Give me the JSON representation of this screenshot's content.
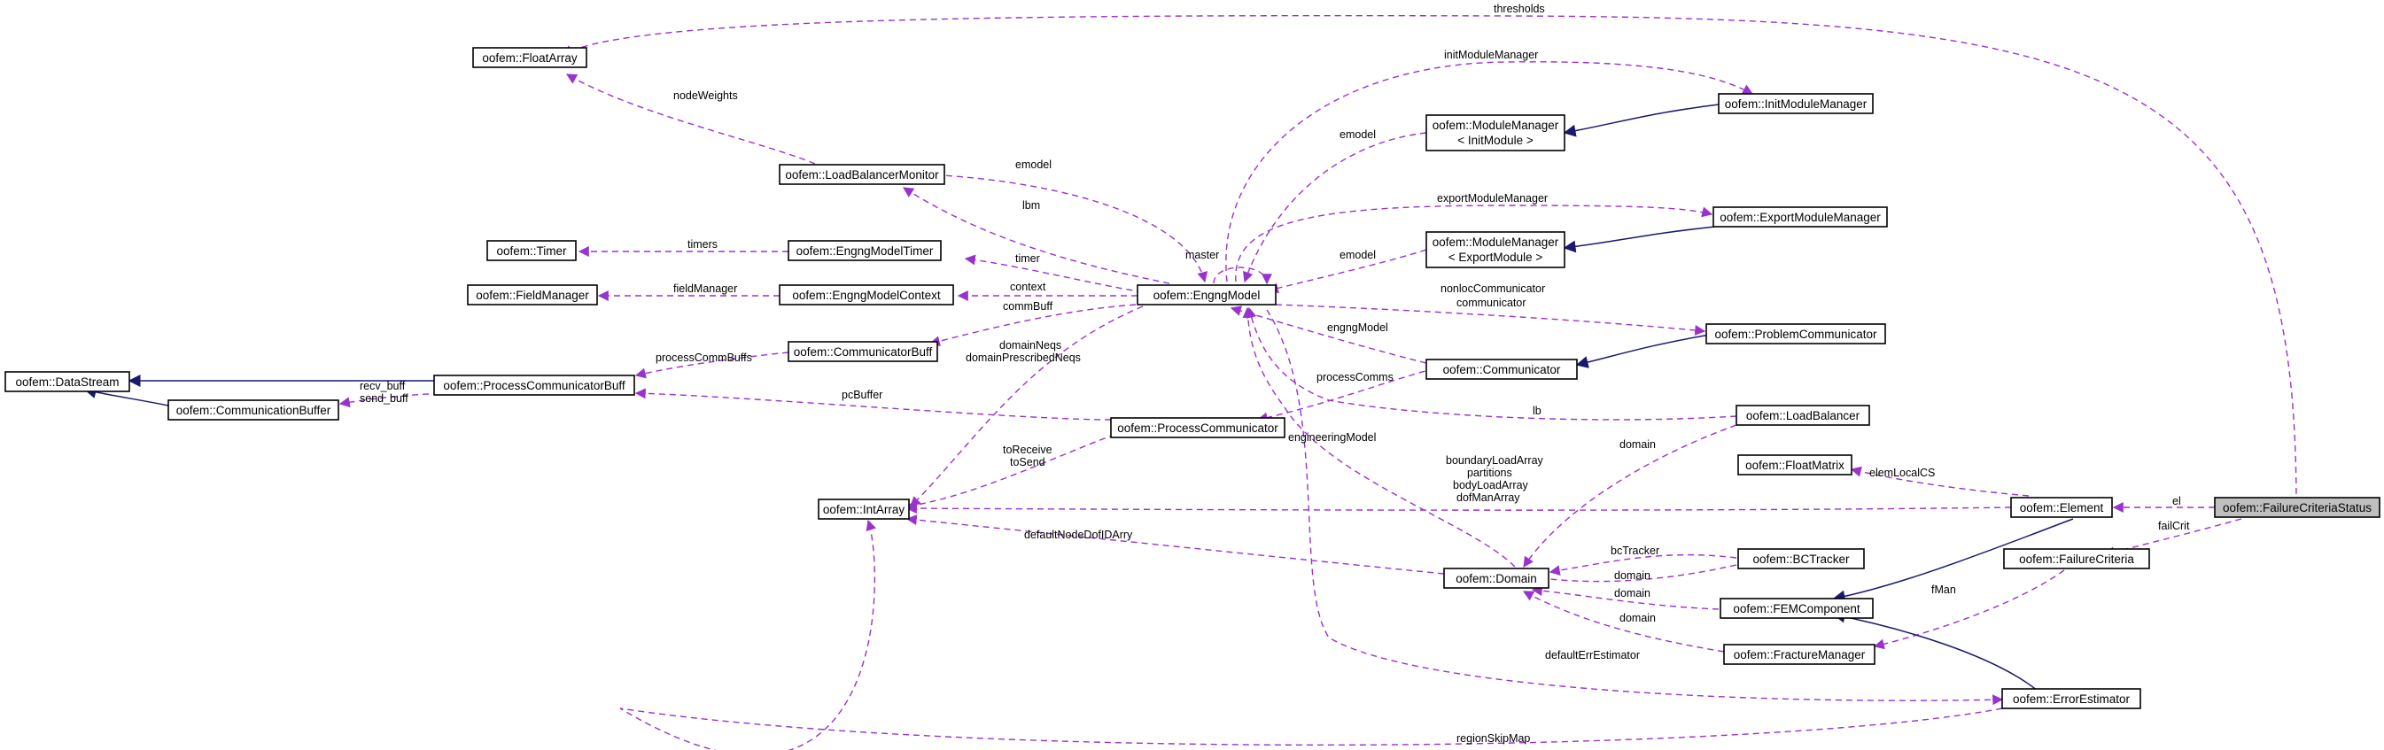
{
  "colors": {
    "dependency": "#9a32cd",
    "inheritance": "#191970",
    "highlight_fill": "#bfbfbf",
    "node_fill": "#ffffff"
  },
  "nodes": {
    "floatarray": "oofem::FloatArray",
    "loadbalancermonitor": "oofem::LoadBalancerMonitor",
    "timer": "oofem::Timer",
    "engngmodeltimer": "oofem::EngngModelTimer",
    "fieldmanager": "oofem::FieldManager",
    "engngmodelcontext": "oofem::EngngModelContext",
    "datastream": "oofem::DataStream",
    "processcommunicatorbuff": "oofem::ProcessCommunicatorBuff",
    "communicatorbuff": "oofem::CommunicatorBuff",
    "communicationbuffer": "oofem::CommunicationBuffer",
    "processcommunicator": "oofem::ProcessCommunicator",
    "intarray": "oofem::IntArray",
    "engngmodel": "oofem::EngngModel",
    "modulemanager_init_1": "oofem::ModuleManager",
    "modulemanager_init_2": "< InitModule >",
    "modulemanager_export_1": "oofem::ModuleManager",
    "modulemanager_export_2": "< ExportModule >",
    "communicator": "oofem::Communicator",
    "domain": "oofem::Domain",
    "initmodulemanager": "oofem::InitModuleManager",
    "exportmodulemanager": "oofem::ExportModuleManager",
    "problemcommunicator": "oofem::ProblemCommunicator",
    "loadbalancer": "oofem::LoadBalancer",
    "floatmatrix": "oofem::FloatMatrix",
    "bctracker": "oofem::BCTracker",
    "femcomponent": "oofem::FEMComponent",
    "fracturemanager": "oofem::FractureManager",
    "element": "oofem::Element",
    "failurecriteria": "oofem::FailureCriteria",
    "errorestimator": "oofem::ErrorEstimator",
    "failurecriteriastatus": "oofem::FailureCriteriaStatus"
  },
  "edge_labels": {
    "thresholds": "thresholds",
    "nodeWeights": "nodeWeights",
    "initModuleManager": "initModuleManager",
    "emodel_lbm": "emodel",
    "lbm": "lbm",
    "emodel_init": "emodel",
    "exportModuleManager": "exportModuleManager",
    "master": "master",
    "emodel_export": "emodel",
    "timers": "timers",
    "timer": "timer",
    "fieldManager": "fieldManager",
    "context": "context",
    "commBuff": "commBuff",
    "nonlocCommunicator": "nonlocCommunicator",
    "communicator": "communicator",
    "engngModel": "engngModel",
    "processCommBuffs": "processCommBuffs",
    "domainNeqs": "domainNeqs",
    "domainPrescribedNeqs": "domainPrescribedNeqs",
    "recv_buff": "recv_buff",
    "send_buff": "send_buff",
    "pcBuffer": "pcBuffer",
    "processComms": "processComms",
    "lb": "lb",
    "toReceive": "toReceive",
    "toSend": "toSend",
    "engineeringModel": "engineeringModel",
    "domain_lb": "domain",
    "elemLocalCS": "elemLocalCS",
    "boundaryLoadArray": "boundaryLoadArray",
    "partitions": "partitions",
    "bodyLoadArray": "bodyLoadArray",
    "dofManArray": "dofManArray",
    "el": "el",
    "failCrit": "failCrit",
    "defaultNodeDofIDArry": "defaultNodeDofIDArry",
    "bcTracker": "bcTracker",
    "domain_bc": "domain",
    "fMan": "fMan",
    "domain_fem": "domain",
    "domain_frac": "domain",
    "defaultErrEstimator": "defaultErrEstimator",
    "regionSkipMap": "regionSkipMap"
  }
}
